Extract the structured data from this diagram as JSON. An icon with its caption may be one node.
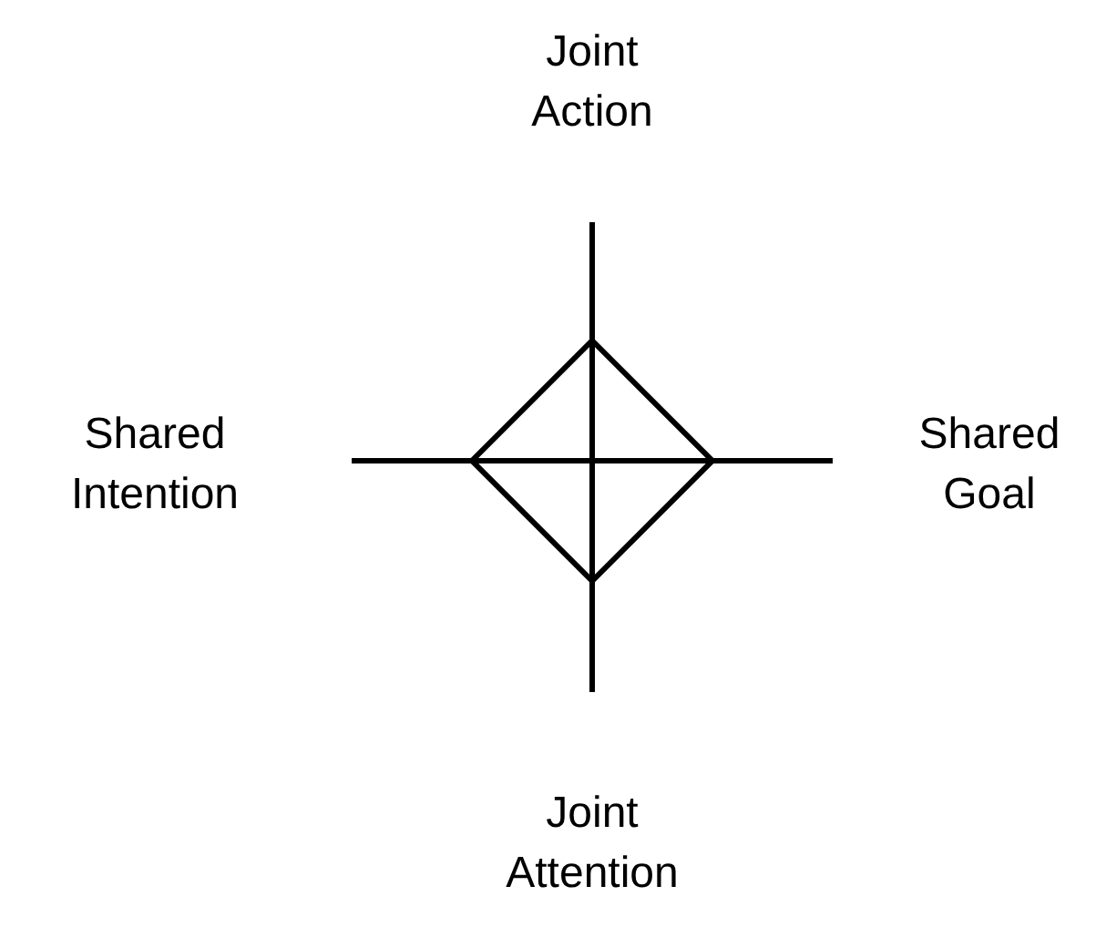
{
  "diagram": {
    "labels": [
      "Joint Action",
      "Shared Intention",
      "Shared Goal",
      "Joint Attention"
    ]
  }
}
